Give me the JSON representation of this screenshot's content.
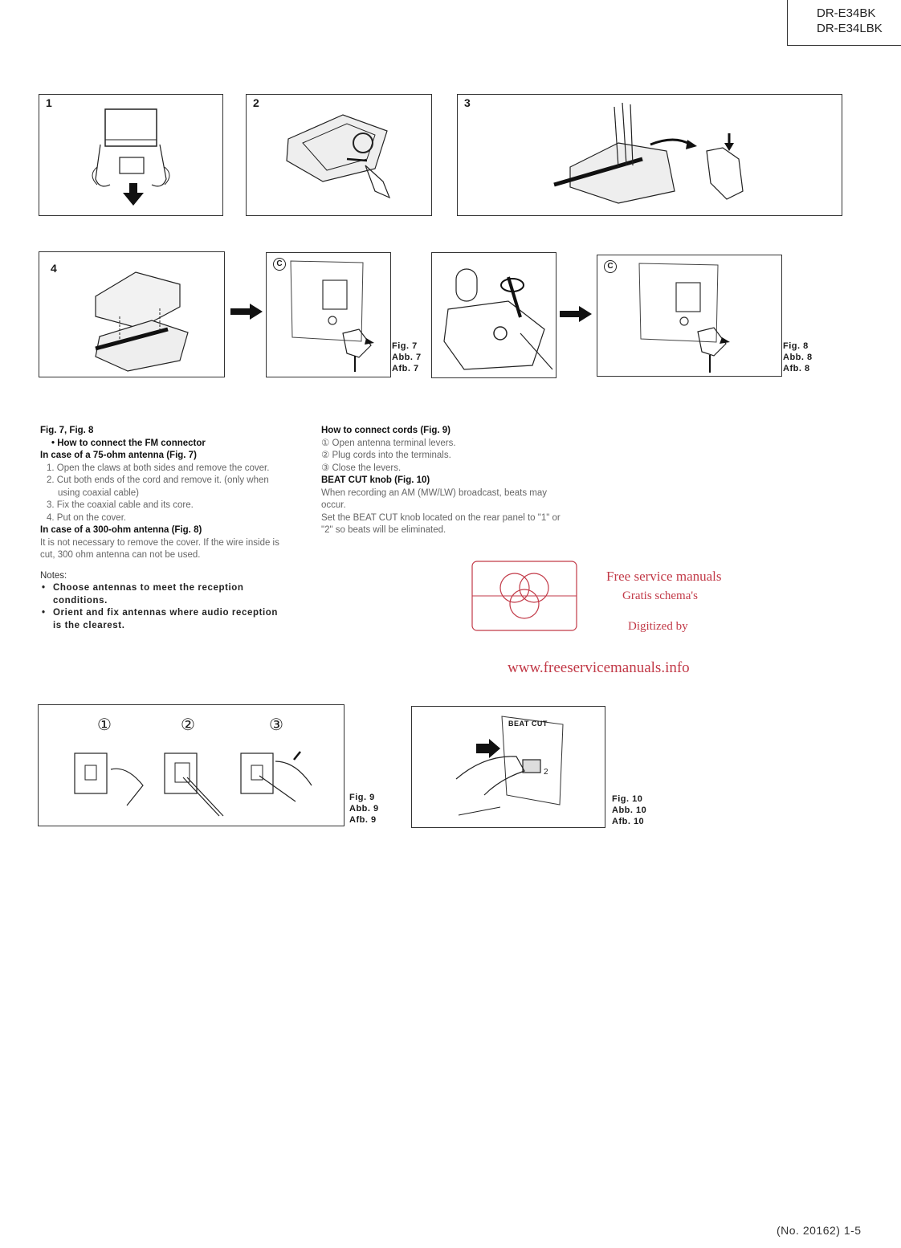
{
  "header": {
    "model_1": "DR-E34BK",
    "model_2": "DR-E34LBK"
  },
  "figures_row1": {
    "step1": "1",
    "step2": "2",
    "step3": "3"
  },
  "figures_row2": {
    "step4": "4",
    "c_mark": "C",
    "fig7": [
      "Fig. 7",
      "Abb. 7",
      "Afb. 7"
    ],
    "fig8": [
      "Fig. 8",
      "Abb. 8",
      "Afb. 8"
    ]
  },
  "left_col": {
    "title": "Fig. 7, Fig. 8",
    "fm_heading": "• How to connect the FM connector",
    "case75": "In case of a 75-ohm antenna (Fig. 7)",
    "steps": [
      "1. Open the claws at both sides and remove the cover.",
      "2. Cut both ends of the cord and remove it. (only when using coaxial cable)",
      "3. Fix the coaxial cable and its core.",
      "4. Put on the cover."
    ],
    "case300": "In case of a 300-ohm antenna (Fig. 8)",
    "case300_text": "It is not necessary to remove the cover. If the wire inside is cut, 300 ohm antenna can not be used.",
    "notes_label": "Notes:",
    "notes": [
      "Choose antennas to meet the reception conditions.",
      "Orient and fix antennas where audio reception is the clearest."
    ]
  },
  "right_col": {
    "cords_heading": "How to connect cords (Fig. 9)",
    "cords_steps": [
      "① Open antenna terminal levers.",
      "② Plug cords into the terminals.",
      "③ Close the levers."
    ],
    "beat_heading": "BEAT CUT knob (Fig. 10)",
    "beat_text_1": "When recording an AM (MW/LW) broadcast, beats may occur.",
    "beat_text_2": "Set the BEAT CUT knob located on the rear panel to \"1\" or \"2\" so beats will be eliminated."
  },
  "watermark": {
    "line1": "Free service manuals",
    "line2": "Gratis schema's",
    "line3": "Digitized by",
    "url": "www.freeservicemanuals.info",
    "color": "#c23a48"
  },
  "figures_row3": {
    "circ1": "①",
    "circ2": "②",
    "circ3": "③",
    "fig9": [
      "Fig. 9",
      "Abb. 9",
      "Afb. 9"
    ],
    "beat_label": "BEAT CUT",
    "knob_num": "2",
    "fig10": [
      "Fig. 10",
      "Abb. 10",
      "Afb. 10"
    ]
  },
  "footer": {
    "page": "(No. 20162) 1-5"
  }
}
